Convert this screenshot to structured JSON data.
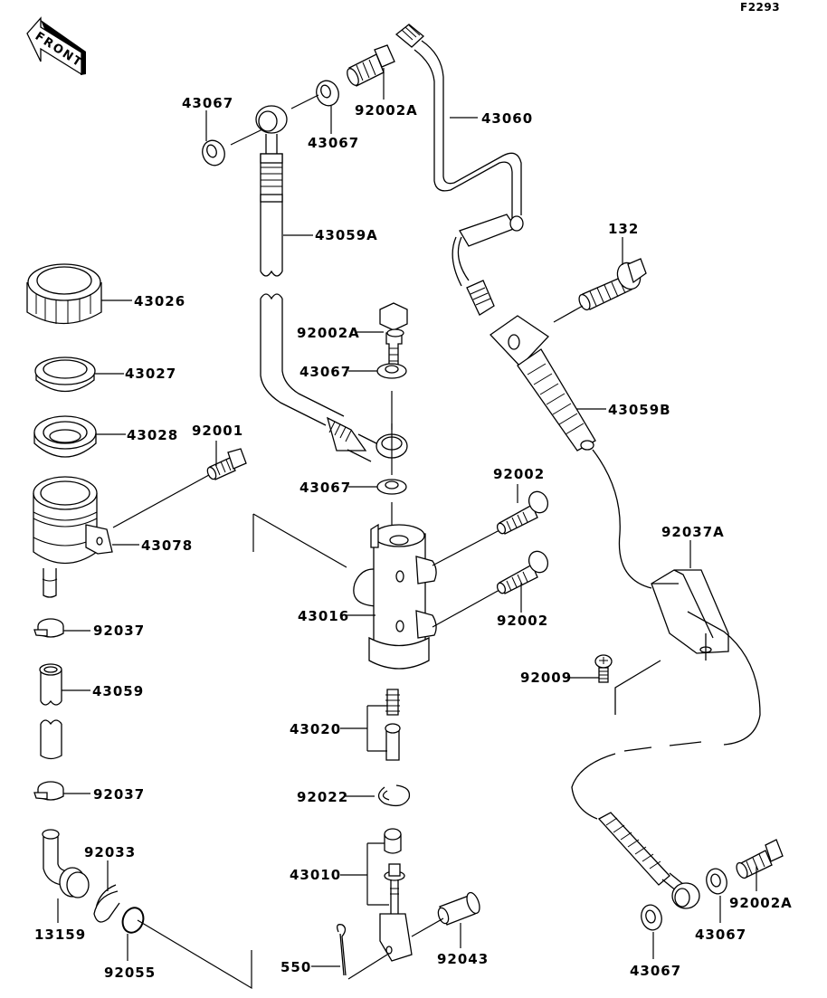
{
  "diagram": {
    "reference_code": "F2293",
    "front_indicator": "FRONT",
    "line_color": "#000000",
    "background": "#ffffff"
  },
  "labels": {
    "l43067_a": "43067",
    "l43067_b": "43067",
    "l92002A_a": "92002A",
    "l43060": "43060",
    "l43059A": "43059A",
    "l132": "132",
    "l43026": "43026",
    "l92002A_b": "92002A",
    "l43067_c": "43067",
    "l43027": "43027",
    "l43059B": "43059B",
    "l43028": "43028",
    "l92001": "92001",
    "l43067_d": "43067",
    "l92002_a": "92002",
    "l43078": "43078",
    "l92037A": "92037A",
    "l43016": "43016",
    "l92002_b": "92002",
    "l92037_a": "92037",
    "l92009": "92009",
    "l43059": "43059",
    "l43020": "43020",
    "l92037_b": "92037",
    "l92022": "92022",
    "l92033": "92033",
    "l43010": "43010",
    "l13159": "13159",
    "l92002A_c": "92002A",
    "l43067_e": "43067",
    "l92055": "92055",
    "l550": "550",
    "l92043": "92043",
    "l43067_f": "43067"
  }
}
